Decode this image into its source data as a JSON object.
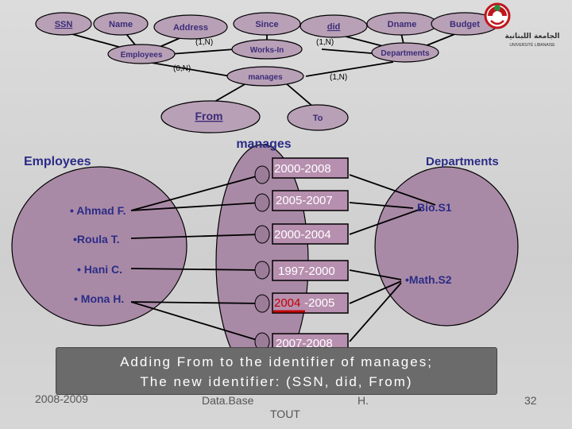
{
  "er_diagram": {
    "attributes": [
      "SSN",
      "Name",
      "Address",
      "Since",
      "did",
      "Dname",
      "Budget",
      "From",
      "To"
    ],
    "entities": [
      "Employees",
      "Departments"
    ],
    "relationships": [
      "Works-In",
      "manages"
    ],
    "cardinalities": [
      "(1,N)",
      "(1,N)",
      "(0,N)",
      "(1,N)"
    ]
  },
  "instance": {
    "relationship_title": "manages",
    "employees_title": "Employees",
    "departments_title": "Departments",
    "employees": [
      "• Ahmad F.",
      "•Roula T.",
      "• Hani C.",
      "• Mona H."
    ],
    "departments": [
      "Bio.S1",
      "•Math.S2"
    ],
    "periods": [
      "2000-2008",
      "2005-2007",
      "2000-2004",
      "1997-2000",
      "2004",
      "-2005",
      "2007-2008"
    ]
  },
  "callout": {
    "line1": "Adding From to the identifier of manages;",
    "line2": "The new identifier: (SSN, did, From)"
  },
  "footer": {
    "year": "2008-2009",
    "course": "Data.Base",
    "author_mark": "H.",
    "author_name": "TOUT",
    "page": "32"
  },
  "logo": {
    "line1": "الجامعة اللبنانية",
    "line2": "UNIVERSITÉ LIBANAISE"
  },
  "colors": {
    "title_text": "#2b2c86",
    "attribute_text": "#3c2c79",
    "ellipse_fill": "#b8a0b6",
    "period_box": "#b78faf",
    "callout_bg": "#6b6b6b",
    "logo_red": "#c0161c"
  }
}
